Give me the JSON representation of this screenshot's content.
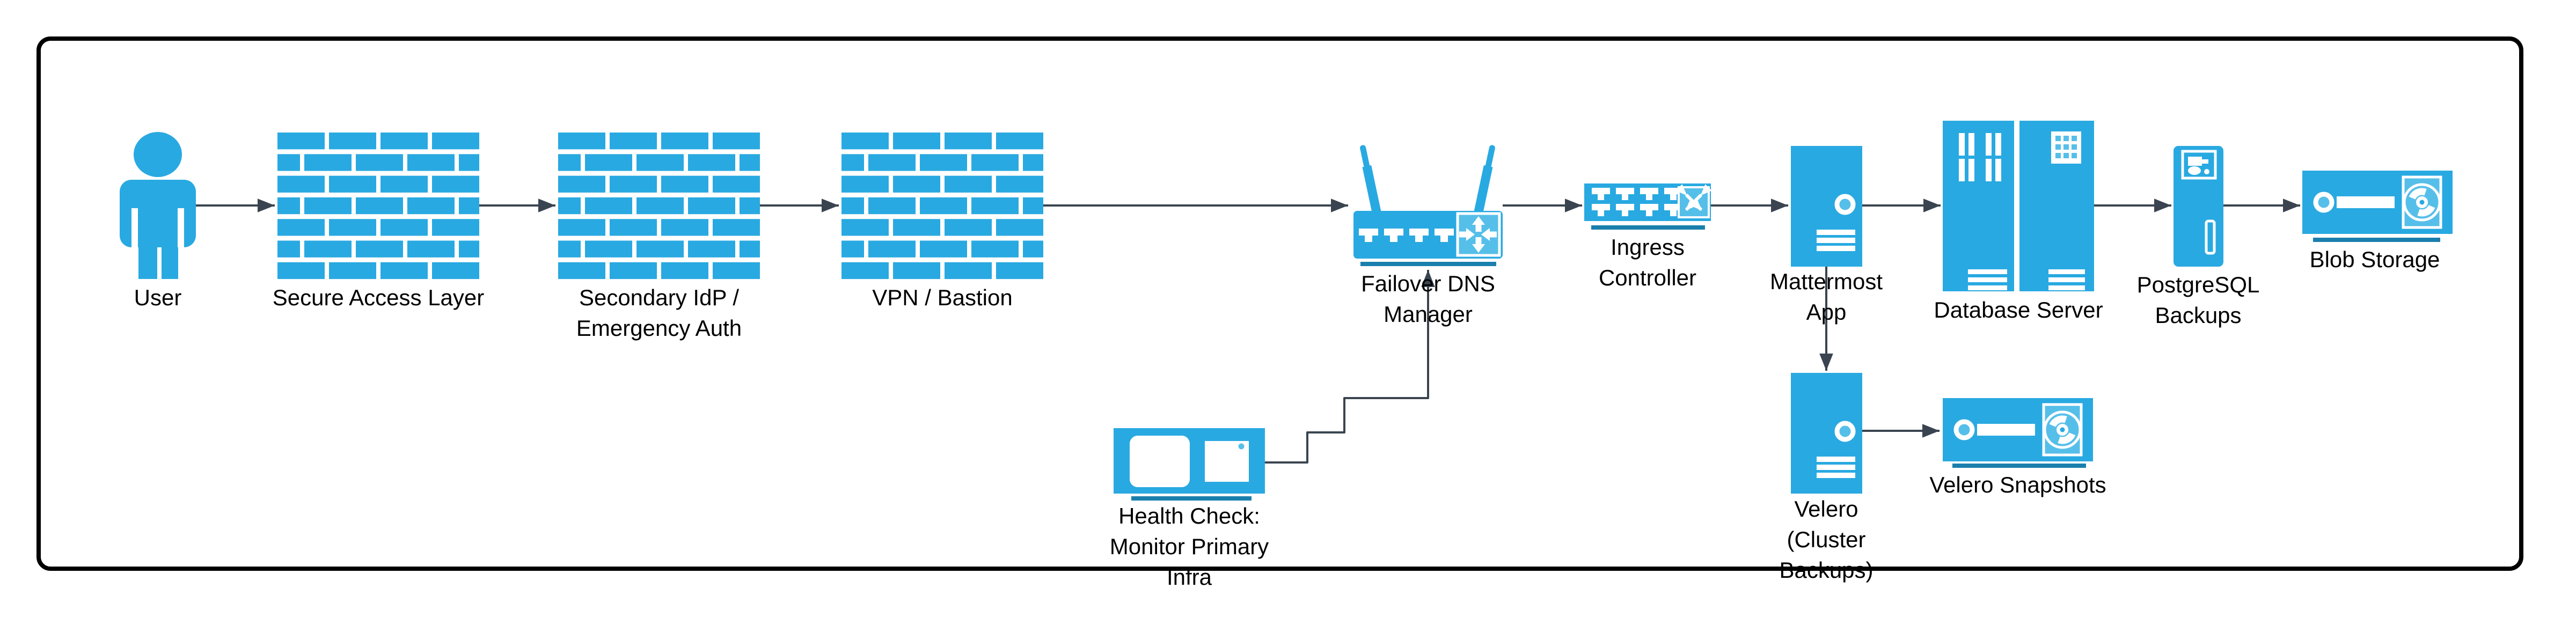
{
  "diagram": {
    "type": "architecture-flow-diagram",
    "colors": {
      "node_blue": "#29A9E1",
      "node_blue_light": "#56BFE9",
      "shadow_blue": "#1A7FAD",
      "arrow": "#3A4450",
      "text": "#000000",
      "background": "#FFFFFF",
      "border": "#000000"
    },
    "nodes": {
      "user": {
        "label": "User",
        "icon": "person-icon"
      },
      "secure_access_layer": {
        "label": "Secure Access Layer",
        "icon": "firewall-icon"
      },
      "secondary_idp": {
        "label": "Secondary IdP /\nEmergency Auth",
        "icon": "firewall-icon"
      },
      "vpn_bastion": {
        "label": "VPN / Bastion",
        "icon": "firewall-icon"
      },
      "failover_dns": {
        "label": "Failover DNS\nManager",
        "icon": "wireless-router-icon"
      },
      "ingress_controller": {
        "label": "Ingress\nController",
        "icon": "network-switch-icon"
      },
      "mattermost_app": {
        "label": "Mattermost\nApp",
        "icon": "server-tower-icon"
      },
      "database_server": {
        "label": "Database Server",
        "icon": "server-rack-icon"
      },
      "postgresql_backups": {
        "label": "PostgreSQL\nBackups",
        "icon": "backup-server-icon"
      },
      "blob_storage": {
        "label": "Blob Storage",
        "icon": "disk-drive-icon"
      },
      "health_check": {
        "label": "Health Check:\nMonitor Primary\nInfra",
        "icon": "monitor-icon"
      },
      "velero": {
        "label": "Velero\n(Cluster\nBackups)",
        "icon": "server-tower-icon"
      },
      "velero_snapshots": {
        "label": "Velero Snapshots",
        "icon": "disk-drive-icon"
      }
    },
    "edges": [
      {
        "from": "user",
        "to": "secure_access_layer"
      },
      {
        "from": "secure_access_layer",
        "to": "secondary_idp"
      },
      {
        "from": "secondary_idp",
        "to": "vpn_bastion"
      },
      {
        "from": "vpn_bastion",
        "to": "failover_dns"
      },
      {
        "from": "failover_dns",
        "to": "ingress_controller"
      },
      {
        "from": "ingress_controller",
        "to": "mattermost_app"
      },
      {
        "from": "mattermost_app",
        "to": "database_server"
      },
      {
        "from": "database_server",
        "to": "postgresql_backups"
      },
      {
        "from": "postgresql_backups",
        "to": "blob_storage"
      },
      {
        "from": "mattermost_app",
        "to": "velero"
      },
      {
        "from": "velero",
        "to": "velero_snapshots"
      },
      {
        "from": "health_check",
        "to": "failover_dns",
        "style": "elbow"
      }
    ]
  }
}
